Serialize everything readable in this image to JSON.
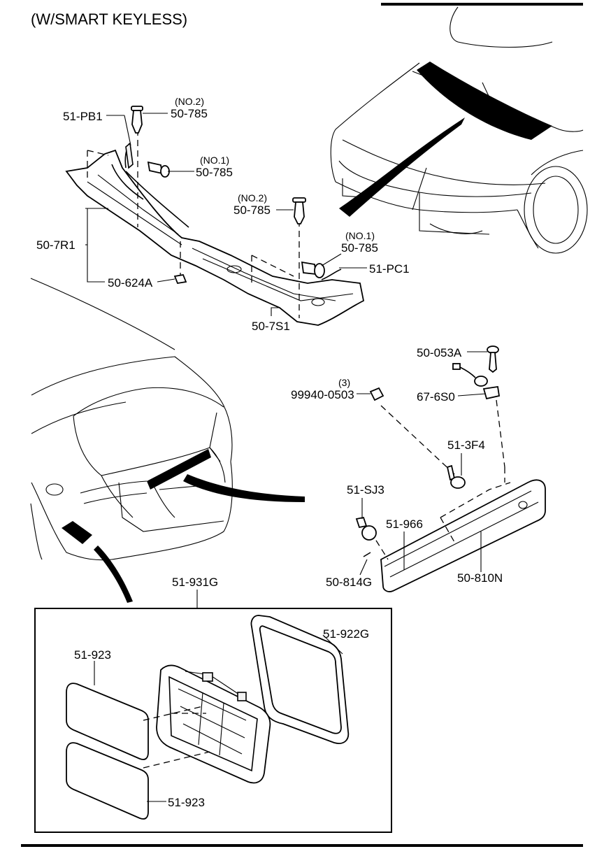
{
  "title": "(W/SMART KEYLESS)",
  "labels": {
    "l51pb1": "51-PB1",
    "l50785_no2_top_qual": "(NO.2)",
    "l50785_no2_top": "50-785",
    "l50785_no1_top_qual": "(NO.1)",
    "l50785_no1_top": "50-785",
    "l50785_no2_mid_qual": "(NO.2)",
    "l50785_no2_mid": "50-785",
    "l50785_no1_mid_qual": "(NO.1)",
    "l50785_no1_mid": "50-785",
    "l51pc1": "51-PC1",
    "l507r1": "50-7R1",
    "l50624a": "50-624A",
    "l507s1": "50-7S1",
    "l50053a": "50-053A",
    "l99940_qty": "(3)",
    "l99940": "99940-0503",
    "l676s0": "67-6S0",
    "l513f4": "51-3F4",
    "l51sj3": "51-SJ3",
    "l51966": "51-966",
    "l50814g": "50-814G",
    "l50810n": "50-810N",
    "l51931g": "51-931G",
    "l51922g": "51-922G",
    "l51923_top": "51-923",
    "l51923_bot": "51-923"
  }
}
